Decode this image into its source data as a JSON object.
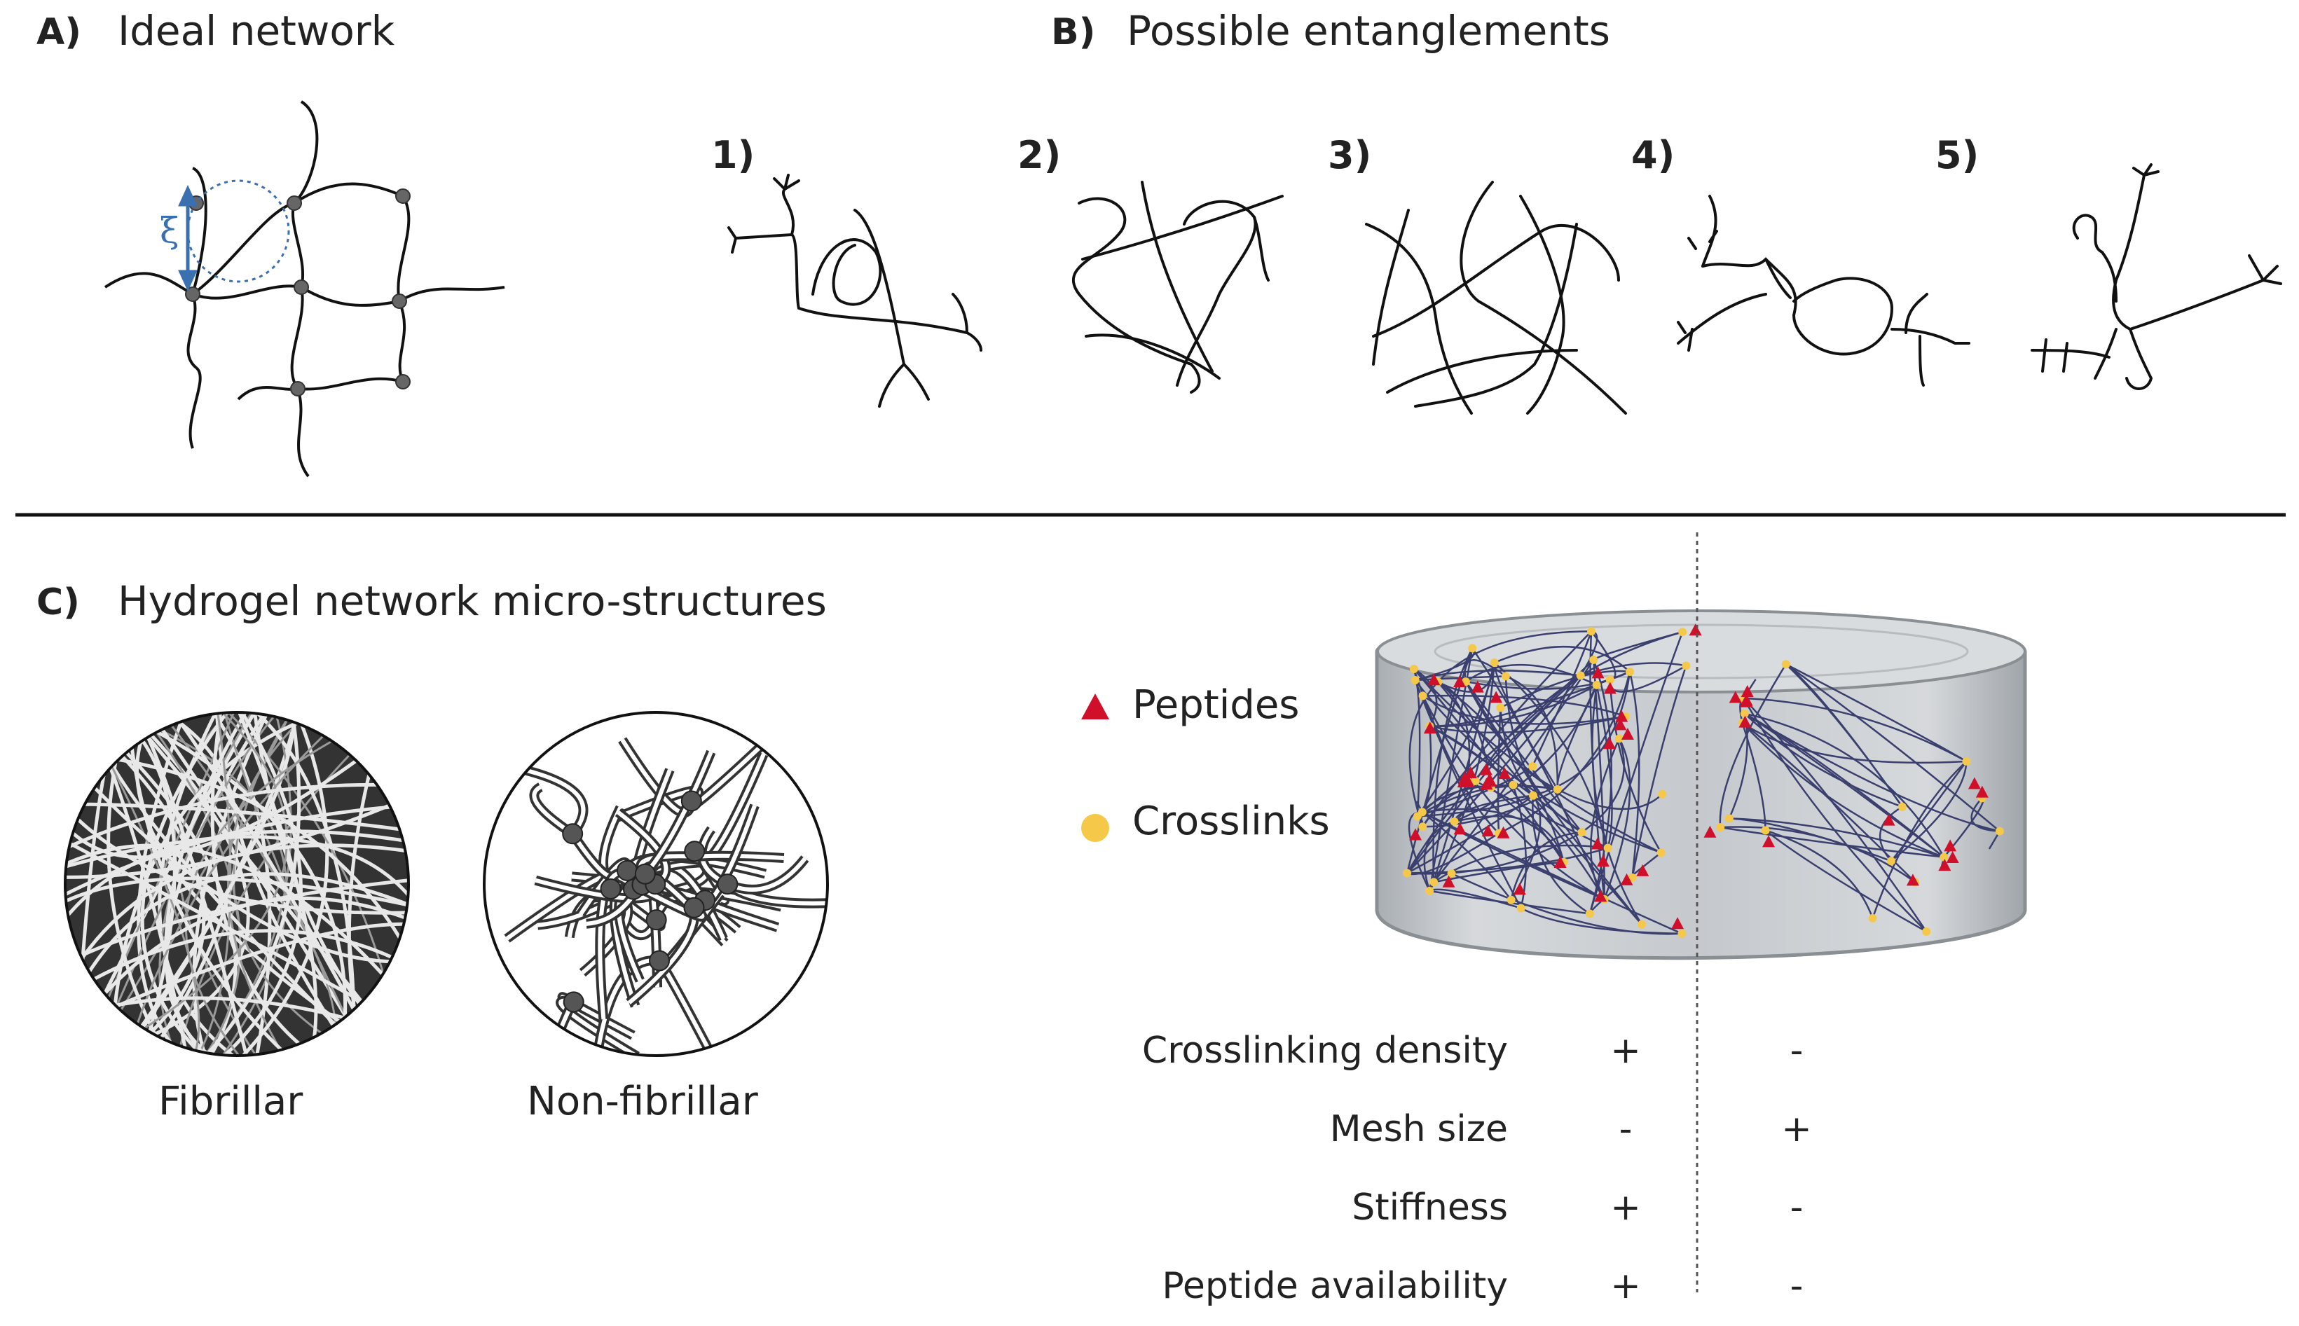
{
  "panel_a": {
    "letter": "A)",
    "title": "Ideal network",
    "mesh_symbol": "ξ"
  },
  "panel_b": {
    "letter": "B)",
    "title": "Possible entanglements",
    "items": [
      "1)",
      "2)",
      "3)",
      "4)",
      "5)"
    ]
  },
  "panel_c": {
    "letter": "C)",
    "title": "Hydrogel network micro-structures",
    "fibrillar_label": "Fibrillar",
    "nonfibrillar_label": "Non-fibrillar",
    "legend": {
      "peptides": "Peptides",
      "crosslinks": "Crosslinks"
    },
    "properties": [
      {
        "name": "Crosslinking density",
        "left": "+",
        "right": "-"
      },
      {
        "name": "Mesh size",
        "left": "-",
        "right": "+"
      },
      {
        "name": "Stiffness",
        "left": "+",
        "right": "-"
      },
      {
        "name": "Peptide availability",
        "left": "+",
        "right": "-"
      }
    ]
  },
  "colors": {
    "peptide": "#d0102a",
    "crosslink": "#f5c84a",
    "node": "#666666",
    "mesh_arrow": "#3a6fb0",
    "fiber_bg": "#333333",
    "network_line": "#3b3f6e",
    "gel_fill": "#c9cdd1"
  }
}
